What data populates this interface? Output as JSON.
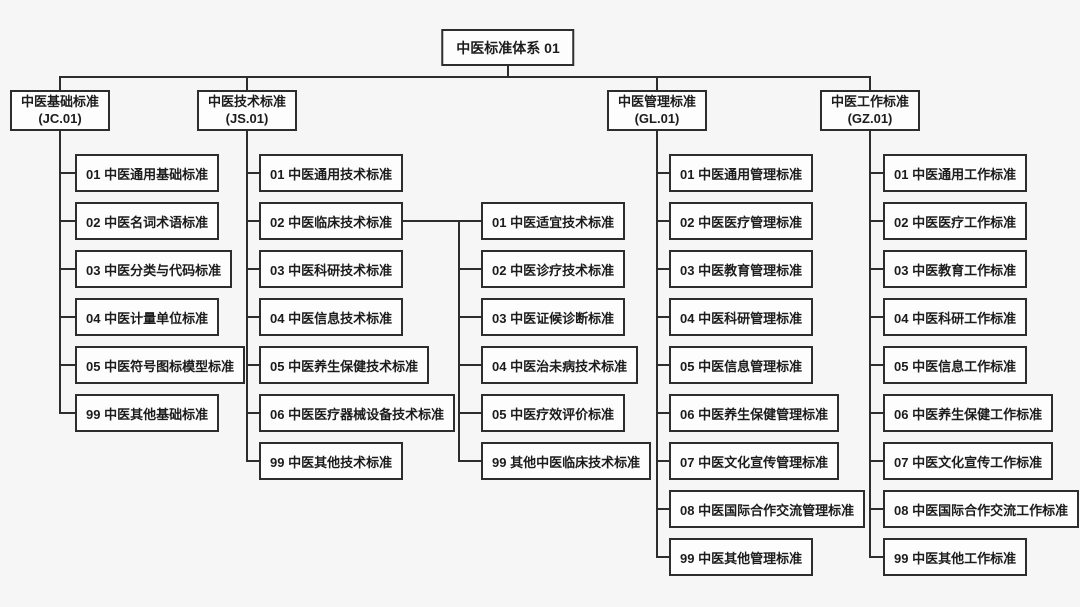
{
  "colors": {
    "box_border": "#2d2d2d",
    "box_background": "#fdfdfd",
    "line": "#2d2d2d",
    "text": "#1c1c1c",
    "page_background": "#f6f6f6"
  },
  "diagram": {
    "root": {
      "label": "中医标准体系 01"
    },
    "branches": [
      {
        "title": "中医基础标准",
        "code": "(JC.01)",
        "children": [
          {
            "label": "01 中医通用基础标准"
          },
          {
            "label": "02 中医名词术语标准"
          },
          {
            "label": "03 中医分类与代码标准"
          },
          {
            "label": "04 中医计量单位标准"
          },
          {
            "label": "05 中医符号图标模型标准"
          },
          {
            "label": "99 中医其他基础标准"
          }
        ]
      },
      {
        "title": "中医技术标准",
        "code": "(JS.01)",
        "children": [
          {
            "label": "01 中医通用技术标准"
          },
          {
            "label": "02 中医临床技术标准",
            "children": [
              {
                "label": "01 中医适宜技术标准"
              },
              {
                "label": "02 中医诊疗技术标准"
              },
              {
                "label": "03 中医证候诊断标准"
              },
              {
                "label": "04 中医治未病技术标准"
              },
              {
                "label": "05 中医疗效评价标准"
              },
              {
                "label": "99 其他中医临床技术标准"
              }
            ]
          },
          {
            "label": "03 中医科研技术标准"
          },
          {
            "label": "04 中医信息技术标准"
          },
          {
            "label": "05 中医养生保健技术标准"
          },
          {
            "label": "06 中医医疗器械设备技术标准"
          },
          {
            "label": "99 中医其他技术标准"
          }
        ]
      },
      {
        "title": "中医管理标准",
        "code": "(GL.01)",
        "children": [
          {
            "label": "01 中医通用管理标准"
          },
          {
            "label": "02 中医医疗管理标准"
          },
          {
            "label": "03 中医教育管理标准"
          },
          {
            "label": "04 中医科研管理标准"
          },
          {
            "label": "05 中医信息管理标准"
          },
          {
            "label": "06 中医养生保健管理标准"
          },
          {
            "label": "07 中医文化宣传管理标准"
          },
          {
            "label": "08 中医国际合作交流管理标准"
          },
          {
            "label": "99 中医其他管理标准"
          }
        ]
      },
      {
        "title": "中医工作标准",
        "code": "(GZ.01)",
        "children": [
          {
            "label": "01 中医通用工作标准"
          },
          {
            "label": "02 中医医疗工作标准"
          },
          {
            "label": "03 中医教育工作标准"
          },
          {
            "label": "04 中医科研工作标准"
          },
          {
            "label": "05 中医信息工作标准"
          },
          {
            "label": "06 中医养生保健工作标准"
          },
          {
            "label": "07 中医文化宣传工作标准"
          },
          {
            "label": "08 中医国际合作交流工作标准"
          },
          {
            "label": "99 中医其他工作标准"
          }
        ]
      }
    ]
  }
}
